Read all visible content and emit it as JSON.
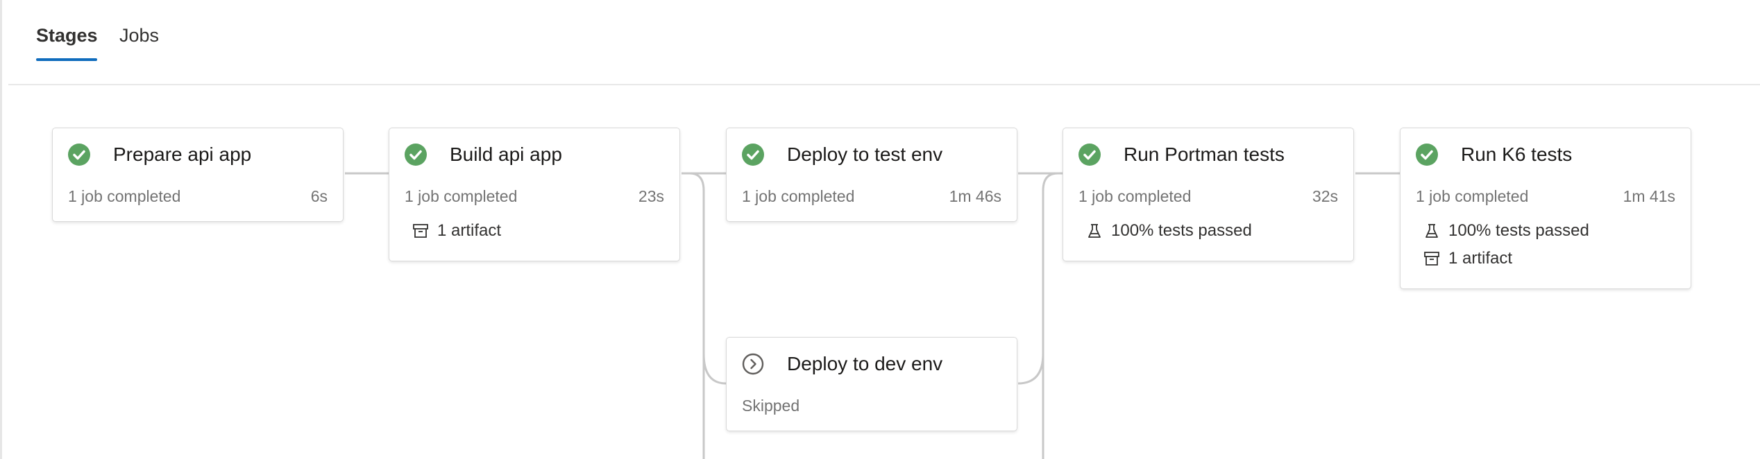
{
  "tabs": {
    "stages": "Stages",
    "jobs": "Jobs"
  },
  "stages": {
    "prepare": {
      "name": "Prepare api app",
      "summary": "1 job completed",
      "duration": "6s",
      "status": "succeeded"
    },
    "build": {
      "name": "Build api app",
      "summary": "1 job completed",
      "duration": "23s",
      "status": "succeeded",
      "artifacts": "1 artifact"
    },
    "test": {
      "name": "Deploy to test env",
      "summary": "1 job completed",
      "duration": "1m 46s",
      "status": "succeeded"
    },
    "dev": {
      "name": "Deploy to dev env",
      "summary": "Skipped",
      "status": "skipped"
    },
    "portman": {
      "name": "Run Portman tests",
      "summary": "1 job completed",
      "duration": "32s",
      "status": "succeeded",
      "tests": "100% tests passed"
    },
    "k6": {
      "name": "Run K6 tests",
      "summary": "1 job completed",
      "duration": "1m 41s",
      "status": "succeeded",
      "tests": "100% tests passed",
      "artifacts": "1 artifact"
    }
  },
  "icons": {
    "succeeded": "check-circle-icon",
    "skipped": "skip-circle-icon",
    "artifact": "artifact-box-icon",
    "tests": "beaker-icon"
  },
  "colors": {
    "success": "#5ba361",
    "accent": "#0f6cbd",
    "connector": "#c8c8c8"
  }
}
